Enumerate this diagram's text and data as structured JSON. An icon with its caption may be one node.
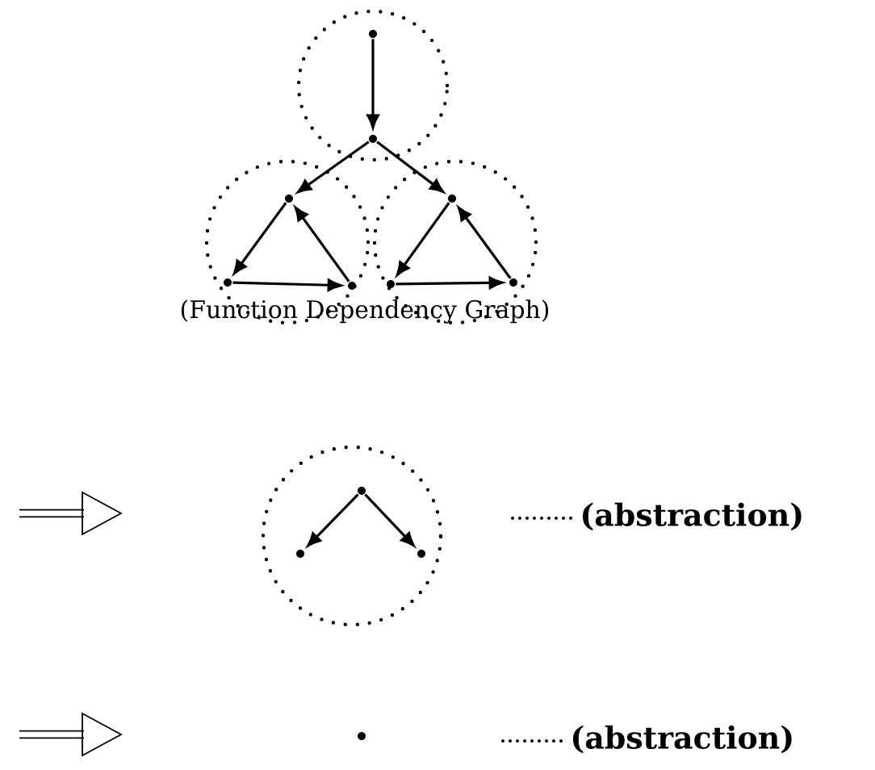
{
  "diagram": {
    "nodes": [
      {
        "text": [],
        "shape": "circle"
      },
      {
        "text": [],
        "shape": "dot",
        "in": 0
      },
      {
        "text": [],
        "shape": "dot",
        "in": 0
      },
      {
        "text": [],
        "shape": "circle"
      },
      {
        "text": [],
        "shape": "dot",
        "in": 3
      },
      {
        "text": [],
        "shape": "dot",
        "in": 3
      },
      {
        "text": [],
        "shape": "dot",
        "in": 3
      },
      {
        "text": [],
        "shape": "circle"
      },
      {
        "text": [],
        "shape": "dot",
        "in": 7
      },
      {
        "text": [],
        "shape": "dot",
        "in": 7
      },
      {
        "text": [],
        "shape": "dot",
        "in": 7
      },
      {
        "text": [],
        "shape": "circle"
      },
      {
        "text": [],
        "shape": "dot",
        "in": 11
      },
      {
        "text": [],
        "shape": "dot",
        "in": 11
      },
      {
        "text": [],
        "shape": "dot",
        "in": 11
      },
      {
        "text": [
          "(abstraction)"
        ]
      },
      {
        "text": [],
        "shape": "dot"
      },
      {
        "text": [
          "(abstraction)"
        ]
      }
    ],
    "edges": [
      {
        "from": 1,
        "to": 2,
        "arrow": "to"
      },
      {
        "from": 2,
        "to": 4,
        "arrow": "to"
      },
      {
        "from": 2,
        "to": 8,
        "arrow": "to"
      },
      {
        "from": 4,
        "to": 5,
        "arrow": "to"
      },
      {
        "from": 5,
        "to": 6,
        "arrow": "to"
      },
      {
        "from": 6,
        "to": 4,
        "arrow": "to"
      },
      {
        "from": 8,
        "to": 9,
        "arrow": "to"
      },
      {
        "from": 9,
        "to": 10,
        "arrow": "to"
      },
      {
        "from": 10,
        "to": 8,
        "arrow": "to"
      },
      {
        "from": 12,
        "to": 13,
        "arrow": "to"
      },
      {
        "from": 12,
        "to": 14,
        "arrow": "to"
      },
      {
        "from": 15,
        "to": null,
        "arrow": "none",
        "style": "dashed"
      },
      {
        "from": 17,
        "to": null,
        "arrow": "none",
        "style": "dashed"
      }
    ],
    "labels": [
      "(Function Dependency Graph)"
    ]
  }
}
